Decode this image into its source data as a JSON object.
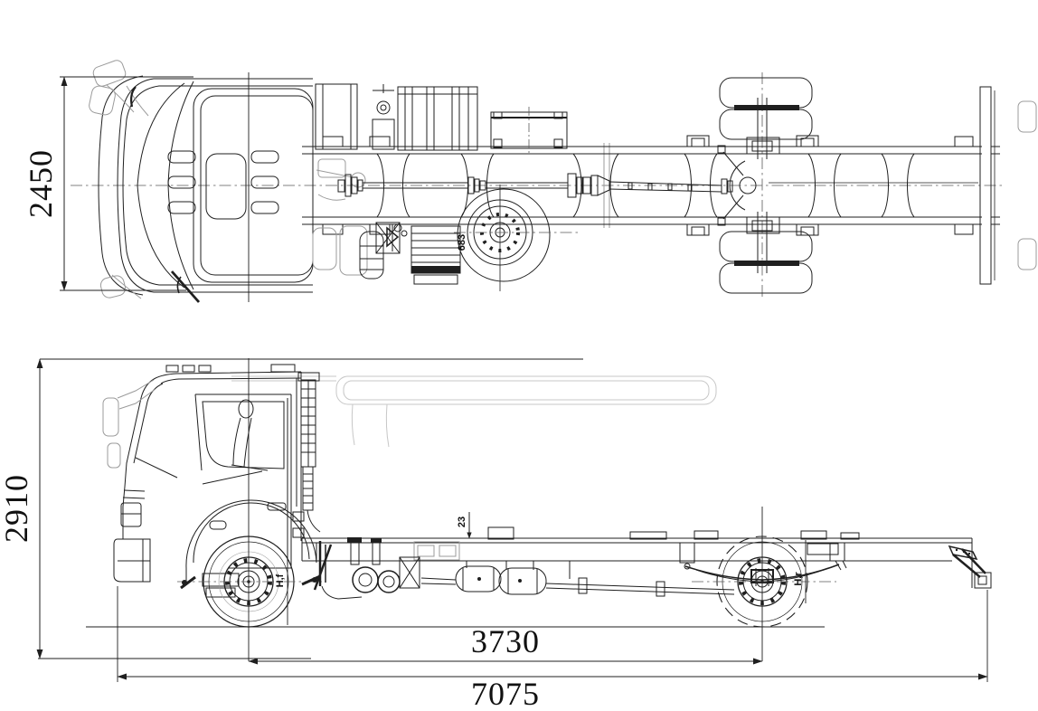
{
  "colors": {
    "line": "#1f1f1f",
    "faint": "#9b9b9b",
    "ghost": "#c7c7c7",
    "centerline": "#5a5a5a",
    "background": "#ffffff",
    "text": "#111111"
  },
  "top_view": {
    "width_dim": "2450",
    "spare_wheel_dim": "683"
  },
  "side_view": {
    "height_dim": "2910",
    "wheelbase_dim": "3730",
    "overall_length_dim": "7075",
    "frame_detail_dim": "23",
    "front_axle_label": "H,f",
    "rear_axle_label": "H,r"
  }
}
